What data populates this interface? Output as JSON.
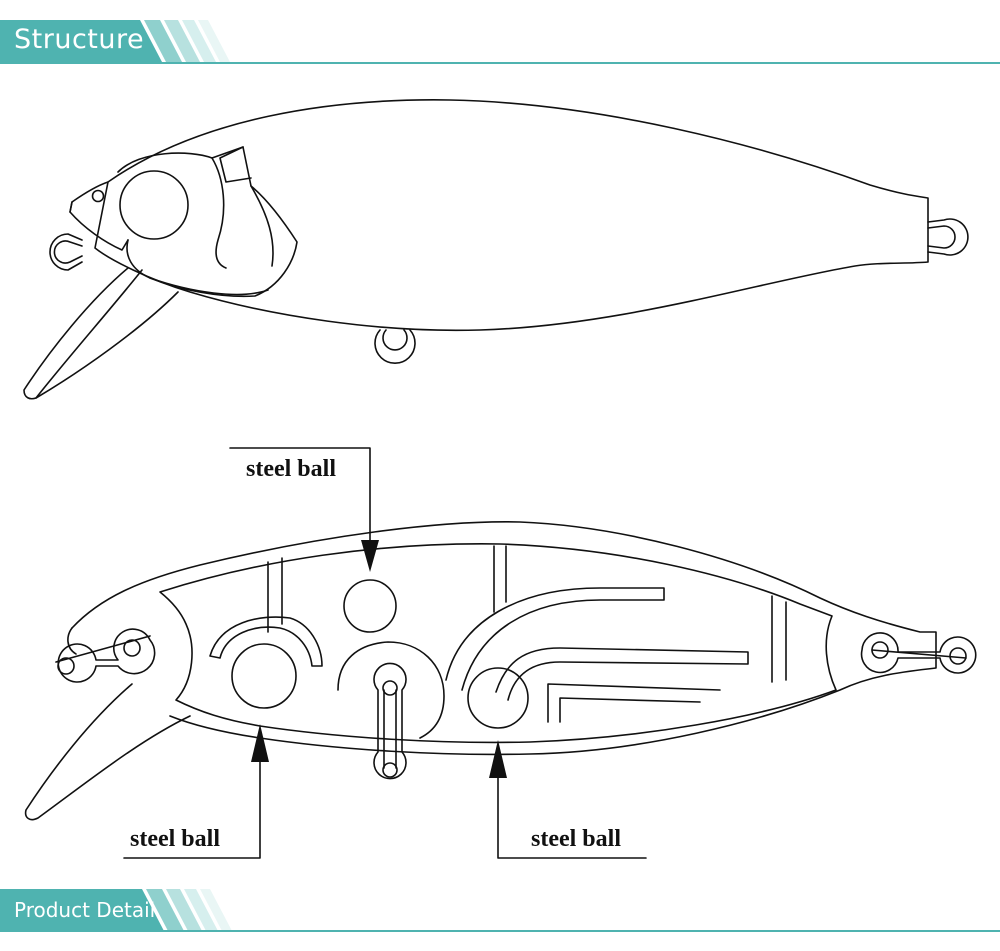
{
  "sections": {
    "structure": "Structure",
    "product_detail": "Product Detail"
  },
  "colors": {
    "header_accent": "#4fb3b0",
    "header_light": "#b7e1df",
    "line": "#111111"
  },
  "callouts": {
    "top": "steel ball",
    "bottom_left": "steel ball",
    "bottom_right": "steel ball"
  }
}
